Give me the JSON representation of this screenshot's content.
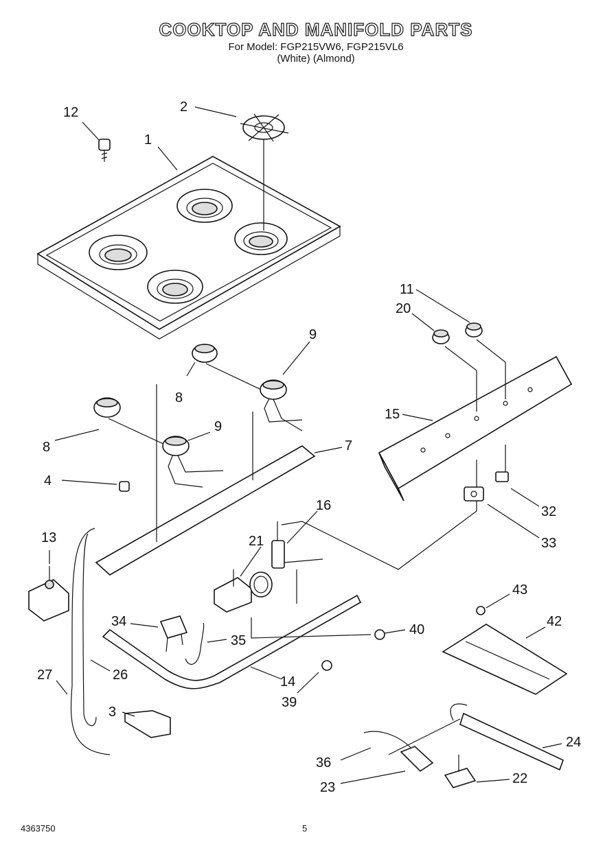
{
  "header": {
    "title": "COOKTOP AND MANIFOLD PARTS",
    "model_line": "For Model: FGP215VW6, FGP215VL6",
    "color_line": "(White)      (Almond)"
  },
  "footer": {
    "doc_number": "4363750",
    "page_number": "5"
  },
  "callouts": [
    {
      "id": "c1",
      "text": "1"
    },
    {
      "id": "c2",
      "text": "2"
    },
    {
      "id": "c3",
      "text": "3"
    },
    {
      "id": "c4",
      "text": "4"
    },
    {
      "id": "c7",
      "text": "7"
    },
    {
      "id": "c8a",
      "text": "8"
    },
    {
      "id": "c8b",
      "text": "8"
    },
    {
      "id": "c9a",
      "text": "9"
    },
    {
      "id": "c9b",
      "text": "9"
    },
    {
      "id": "c11",
      "text": "11"
    },
    {
      "id": "c12",
      "text": "12"
    },
    {
      "id": "c13",
      "text": "13"
    },
    {
      "id": "c14",
      "text": "14"
    },
    {
      "id": "c15",
      "text": "15"
    },
    {
      "id": "c16",
      "text": "16"
    },
    {
      "id": "c20",
      "text": "20"
    },
    {
      "id": "c21",
      "text": "21"
    },
    {
      "id": "c22",
      "text": "22"
    },
    {
      "id": "c23",
      "text": "23"
    },
    {
      "id": "c24",
      "text": "24"
    },
    {
      "id": "c26",
      "text": "26"
    },
    {
      "id": "c27",
      "text": "27"
    },
    {
      "id": "c32",
      "text": "32"
    },
    {
      "id": "c33",
      "text": "33"
    },
    {
      "id": "c34",
      "text": "34"
    },
    {
      "id": "c35",
      "text": "35"
    },
    {
      "id": "c36",
      "text": "36"
    },
    {
      "id": "c39",
      "text": "39"
    },
    {
      "id": "c40",
      "text": "40"
    },
    {
      "id": "c42",
      "text": "42"
    },
    {
      "id": "c43",
      "text": "43"
    }
  ]
}
